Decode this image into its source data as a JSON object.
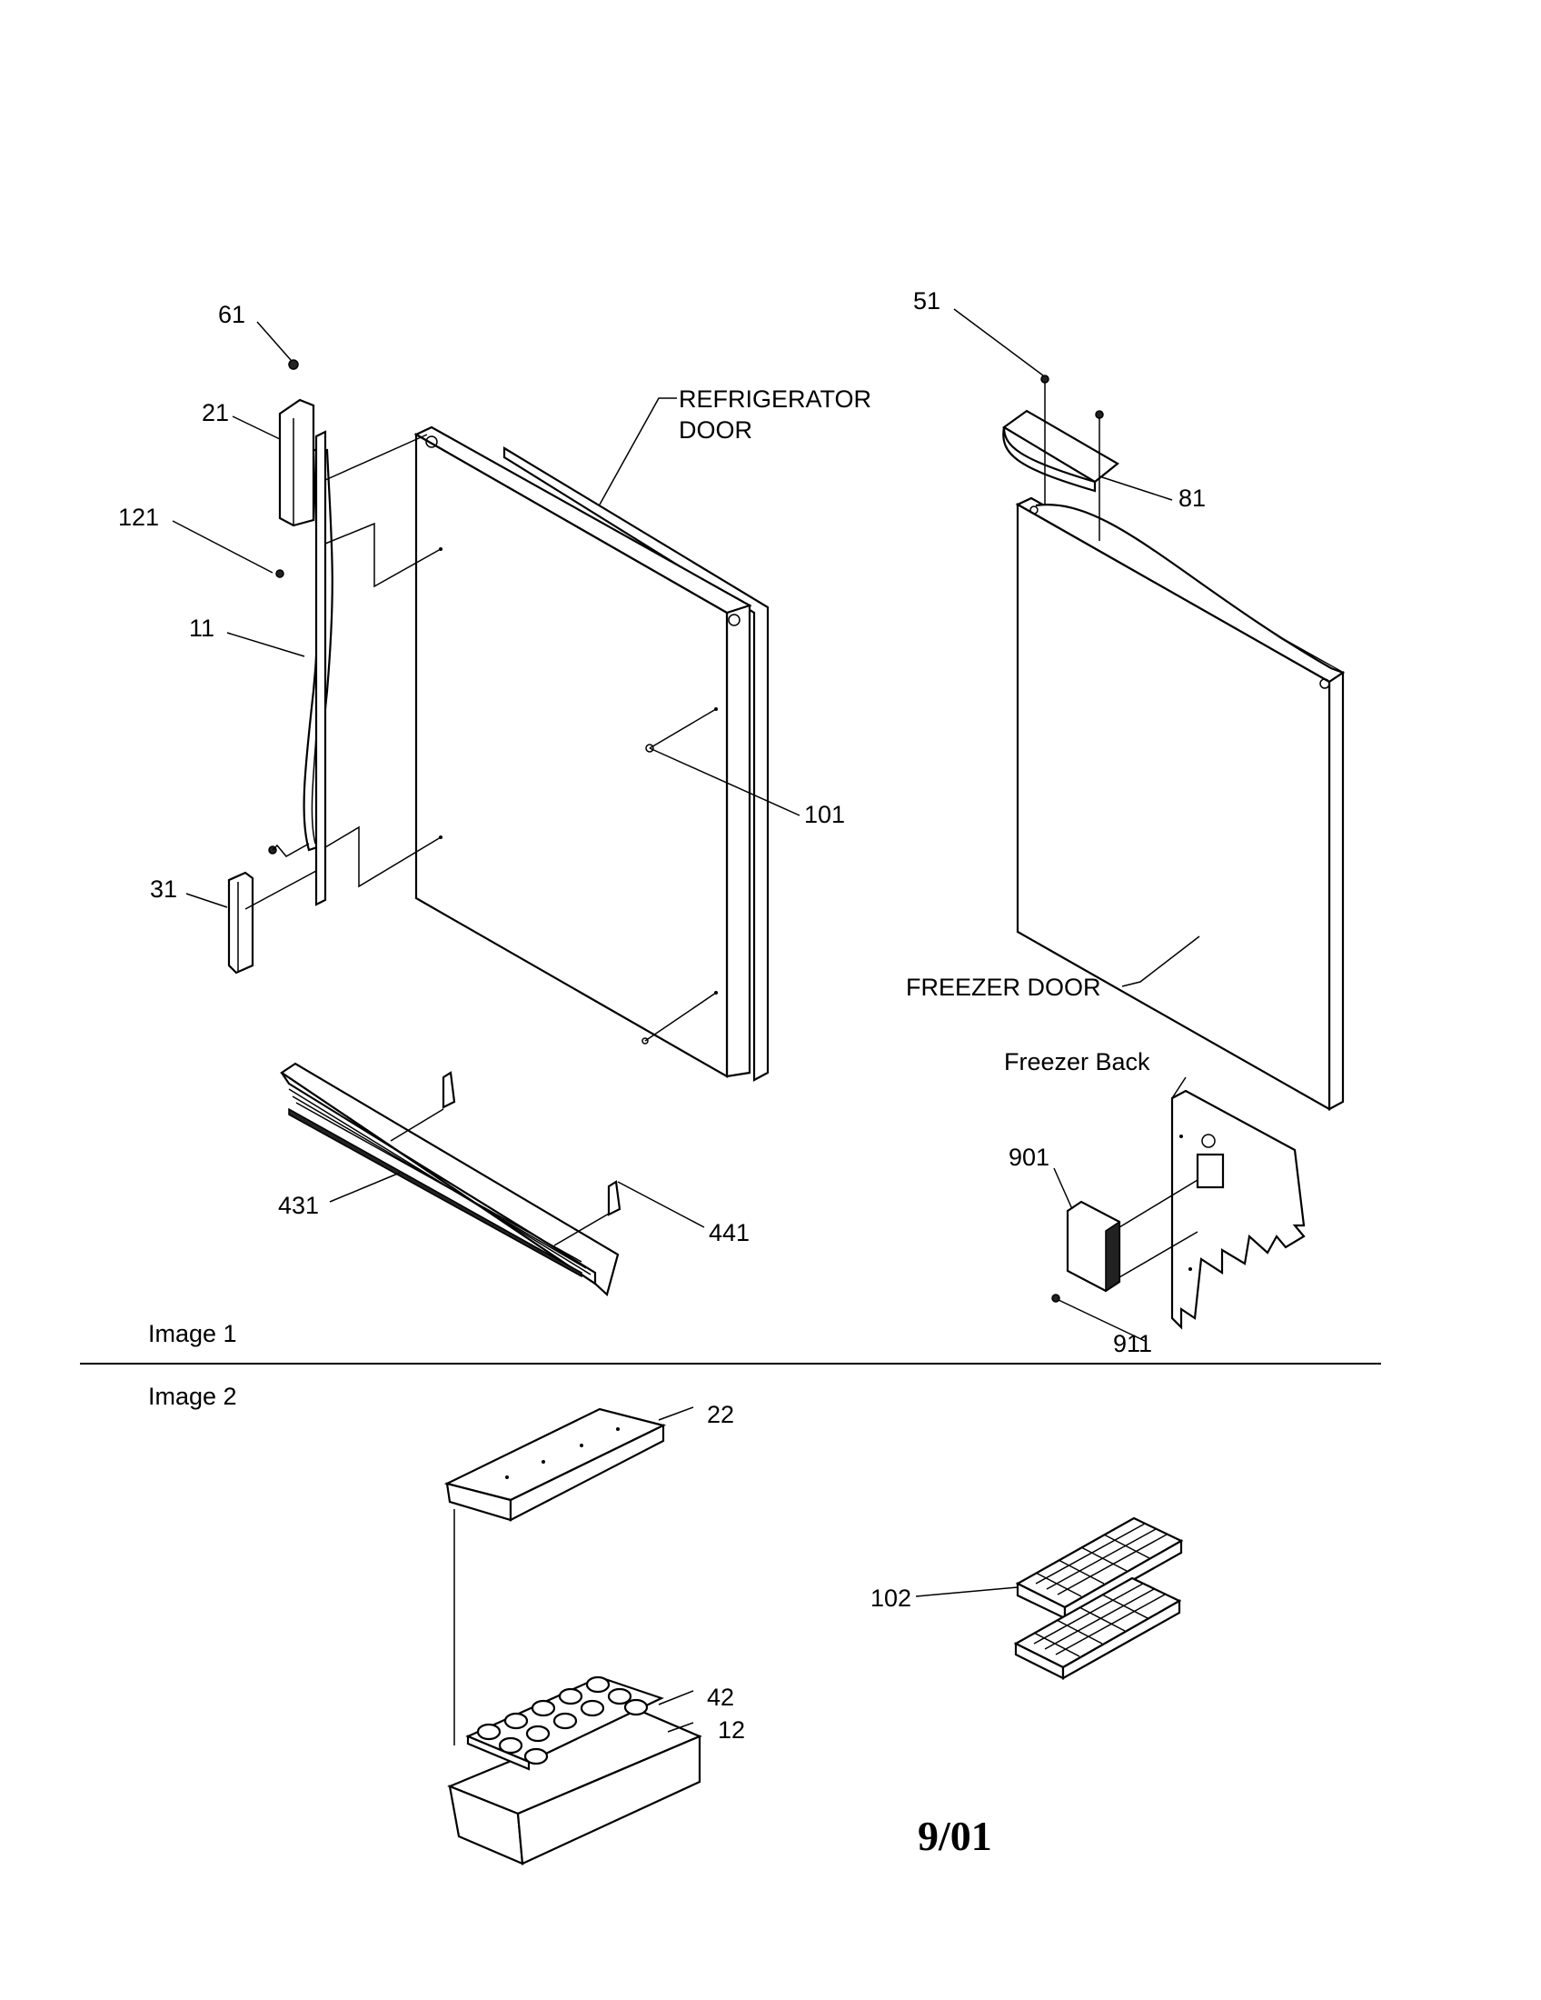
{
  "labels": {
    "p61": "61",
    "p21": "21",
    "p121": "121",
    "p11": "11",
    "p31": "31",
    "p431": "431",
    "p441": "441",
    "p101": "101",
    "refrigerator_door_line1": "REFRIGERATOR",
    "refrigerator_door_line2": "DOOR",
    "p51": "51",
    "p81": "81",
    "freezer_door": "FREEZER DOOR",
    "freezer_back": "Freezer Back",
    "p901": "901",
    "p911": "911",
    "p22": "22",
    "p42": "42",
    "p12": "12",
    "p102": "102"
  },
  "sections": {
    "image1": "Image 1",
    "image2": "Image 2"
  },
  "date": "9/01"
}
